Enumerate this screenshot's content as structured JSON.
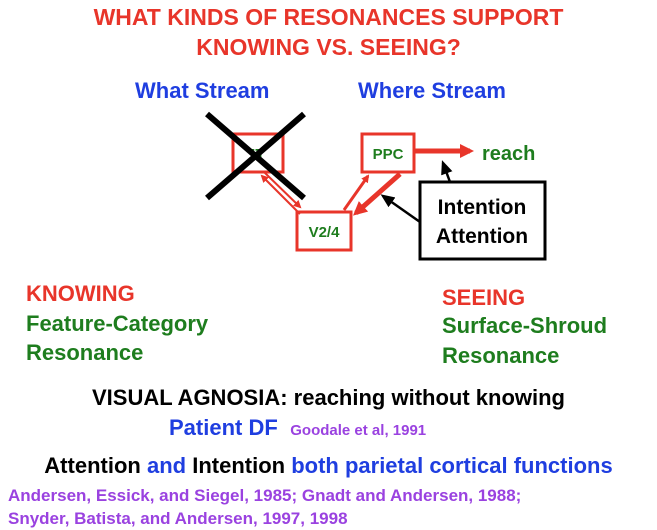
{
  "colors": {
    "red": "#e8352a",
    "green": "#1e7d1e",
    "blue": "#1f3ee0",
    "purple": "#9a42e0",
    "black": "#000000"
  },
  "title": {
    "line1": "WHAT KINDS OF RESONANCES SUPPORT",
    "line2": "KNOWING VS. SEEING?"
  },
  "streams": {
    "what": "What Stream",
    "where": "Where Stream"
  },
  "diagram": {
    "it_box": "IT",
    "ppc_box": "PPC",
    "v24_box": "V2/4",
    "reach": "reach",
    "intention": "Intention",
    "attention": "Attention"
  },
  "knowing": {
    "heading": "KNOWING",
    "line1": "Feature-Category",
    "line2": "Resonance"
  },
  "seeing": {
    "heading": "SEEING",
    "line1": "Surface-Shroud",
    "line2": "Resonance"
  },
  "agnosia": {
    "line": "VISUAL AGNOSIA: reaching without knowing",
    "patient": "Patient DF",
    "patient_ref": "Goodale et al, 1991"
  },
  "functions": {
    "part1": "Attention",
    "part2": "and",
    "part3": "Intention",
    "part4": "both parietal cortical functions"
  },
  "references": {
    "line1": "Andersen, Essick, and Siegel, 1985; Gnadt and Andersen, 1988;",
    "line2": "Snyder, Batista, and Andersen, 1997, 1998"
  }
}
